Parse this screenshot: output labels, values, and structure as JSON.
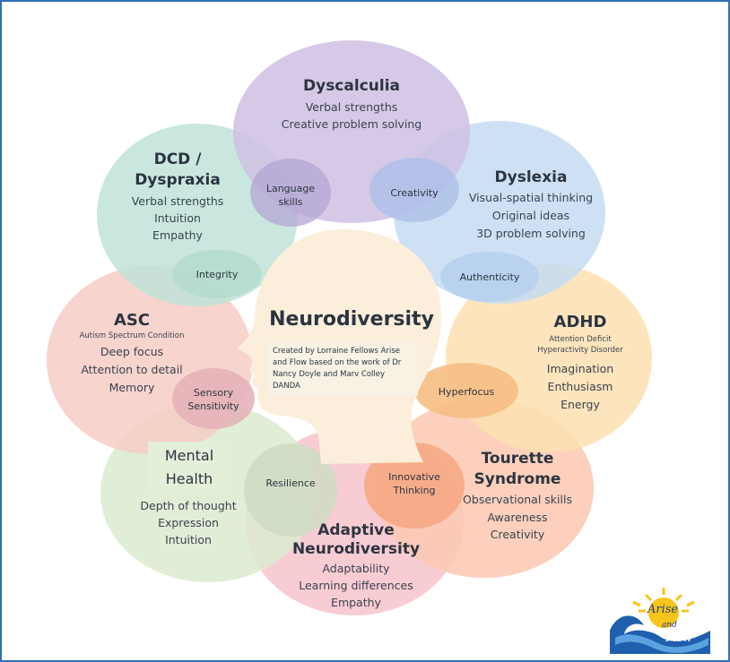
{
  "center": {
    "title": "Neurodiversity",
    "credit": "Created by Lorraine Fellows Arise and Flow based on the work of Dr Nancy Doyle and Marv Colley DANDA"
  },
  "petals": {
    "dyscalculia": {
      "title": "Dyscalculia",
      "lines": [
        "Verbal strengths",
        "Creative problem solving"
      ],
      "color": "#cfc0e3"
    },
    "dcd": {
      "title_1": "DCD /",
      "title_2": "Dyspraxia",
      "lines": [
        "Verbal strengths",
        "Intuition",
        "Empathy"
      ],
      "color": "#bfe3d8"
    },
    "dyslexia": {
      "title": "Dyslexia",
      "lines": [
        "Visual-spatial thinking",
        "Original ideas",
        "3D problem solving"
      ],
      "color": "#c6dcf2"
    },
    "asc": {
      "title": "ASC",
      "subtitle": "Autism Spectrum Condition",
      "lines": [
        "Deep focus",
        "Attention to detail",
        "Memory"
      ],
      "color": "#f6cdc4"
    },
    "adhd": {
      "title": "ADHD",
      "subtitle_1": "Attention Deficit",
      "subtitle_2": "Hyperactivity Disorder",
      "lines": [
        "Imagination",
        "Enthusiasm",
        "Energy"
      ],
      "color": "#fbe1b2"
    },
    "mental_health": {
      "title_1": "Mental",
      "title_2": "Health",
      "lines": [
        "Depth of thought",
        "Expression",
        "Intuition"
      ],
      "color": "#dcebd0"
    },
    "tourette": {
      "title_1": "Tourette",
      "title_2": "Syndrome",
      "lines": [
        "Observational skills",
        "Awareness",
        "Creativity"
      ],
      "color": "#fbc8b2"
    },
    "adaptive": {
      "title_1": "Adaptive",
      "title_2": "Neurodiversity",
      "lines": [
        "Adaptability",
        "Learning differences",
        "Empathy"
      ],
      "color": "#f7c3cb"
    }
  },
  "overlaps": {
    "language_skills_1": "Language",
    "language_skills_2": "skills",
    "creativity": "Creativity",
    "integrity": "Integrity",
    "authenticity": "Authenticity",
    "sensory_1": "Sensory",
    "sensory_2": "Sensitivity",
    "hyperfocus": "Hyperfocus",
    "resilience": "Resilience",
    "innovative_1": "Innovative",
    "innovative_2": "Thinking"
  },
  "logo": {
    "line_1": "Arise",
    "line_2": "and",
    "line_3": "Flow"
  }
}
